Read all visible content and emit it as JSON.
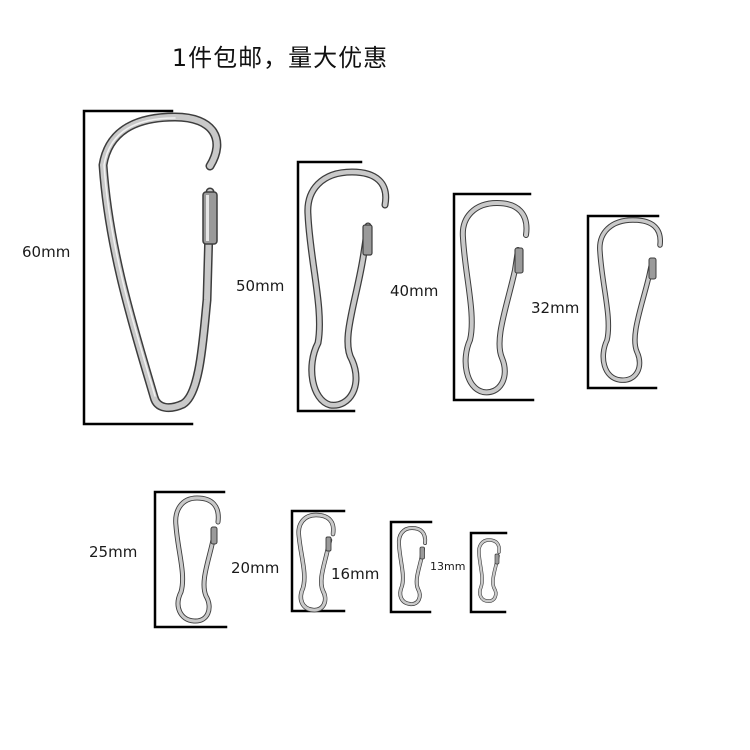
{
  "title": "1件包邮，量大优惠",
  "items": [
    {
      "label": "60mm",
      "icon": "snap-hook-clip-icon"
    },
    {
      "label": "50mm",
      "icon": "snap-hook-clip-icon"
    },
    {
      "label": "40mm",
      "icon": "snap-hook-clip-icon"
    },
    {
      "label": "32mm",
      "icon": "snap-hook-clip-icon"
    },
    {
      "label": "25mm",
      "icon": "snap-hook-clip-icon"
    },
    {
      "label": "20mm",
      "icon": "snap-hook-clip-icon"
    },
    {
      "label": "16mm",
      "icon": "snap-hook-clip-icon"
    },
    {
      "label": "13mm",
      "icon": "snap-hook-clip-icon"
    }
  ],
  "colors": {
    "background": "#ffffff",
    "bracket": "#000000",
    "metal": "#c9c9c9",
    "metal_shadow": "#3d3d3d"
  }
}
